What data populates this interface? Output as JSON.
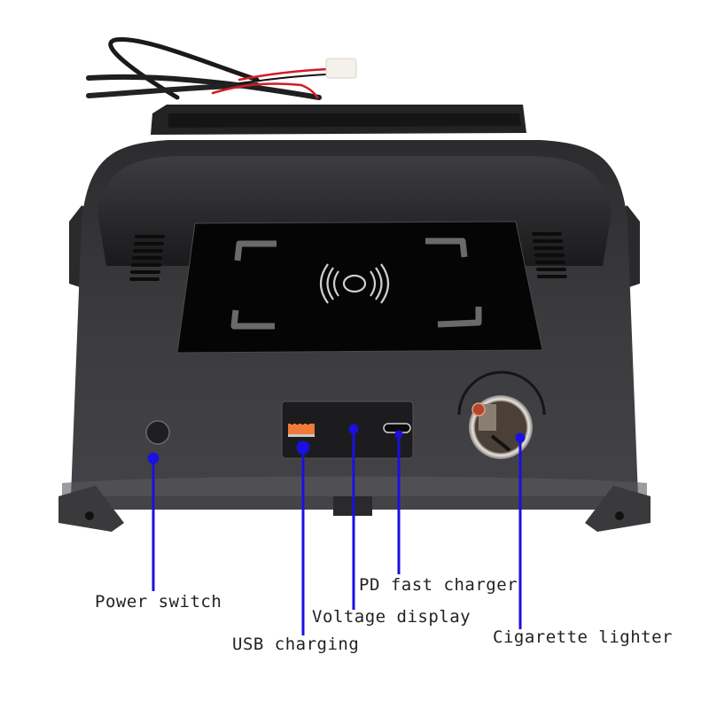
{
  "product": {
    "description": "Car center console wireless charger module with ports",
    "colors": {
      "body": "#3a3a3d",
      "body_dark": "#2a2a2c",
      "pad": "#060606",
      "pad_marks": "#6d6d6d",
      "usb_a": "#f07a3a",
      "callout": "#1a10e0"
    }
  },
  "callouts": [
    {
      "id": "power-switch",
      "label": "Power switch"
    },
    {
      "id": "usb-charging",
      "label": "USB charging"
    },
    {
      "id": "voltage-display",
      "label": "Voltage display"
    },
    {
      "id": "pd-fast-charger",
      "label": "PD fast charger"
    },
    {
      "id": "cigarette-lighter",
      "label": "Cigarette lighter"
    }
  ]
}
